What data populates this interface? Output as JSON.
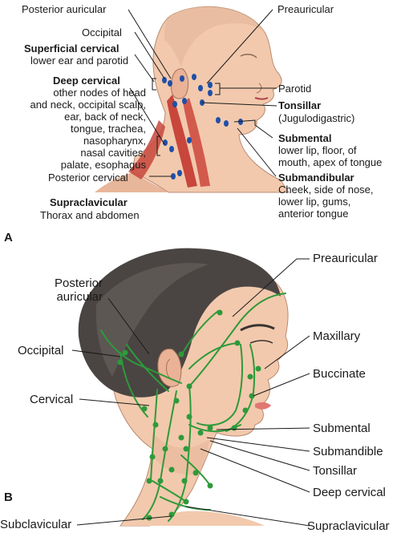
{
  "panels": {
    "a": "A",
    "b": "B"
  },
  "panel_a": {
    "posterior_auricular": "Posterior auricular",
    "occipital": "Occipital",
    "superficial_cervical": {
      "title": "Superficial cervical",
      "desc": "lower ear and parotid"
    },
    "deep_cervical": {
      "title": "Deep cervical",
      "desc": [
        "other nodes of head",
        "and neck, occipital scalp,",
        "ear, back of neck,",
        "tongue, trachea,",
        "nasopharynx,",
        "nasal cavities,",
        "palate, esophagus"
      ]
    },
    "posterior_cervical": "Posterior cervical",
    "supraclavicular": {
      "title": "Supraclavicular",
      "desc": "Thorax and abdomen"
    },
    "preauricular": "Preauricular",
    "parotid": "Parotid",
    "tonsillar": {
      "title": "Tonsillar",
      "desc": "(Jugulodigastric)"
    },
    "submental": {
      "title": "Submental",
      "desc": [
        "lower lip, floor, of",
        "mouth, apex of tongue"
      ]
    },
    "submandibular": {
      "title": "Submandibular",
      "desc": [
        "Cheek, side of nose,",
        "lower lip, gums,",
        "anterior tongue"
      ]
    }
  },
  "panel_b": {
    "posterior_auricular": [
      "Posterior",
      "auricular"
    ],
    "occipital": "Occipital",
    "cervical": "Cervical",
    "subclavicular": "Subclavicular",
    "preauricular": "Preauricular",
    "maxillary": "Maxillary",
    "buccinate": "Buccinate",
    "submental": "Submental",
    "submandible": "Submandible",
    "tonsillar": "Tonsillar",
    "deep_cervical": "Deep cervical",
    "supraclavicular": "Supraclavicular"
  },
  "colors": {
    "node_blue": "#1f4fa8",
    "lymph_green": "#2e9a3a",
    "skin": "#f2c9ad",
    "hair": "#4a4543",
    "muscle": "#c8463c"
  }
}
